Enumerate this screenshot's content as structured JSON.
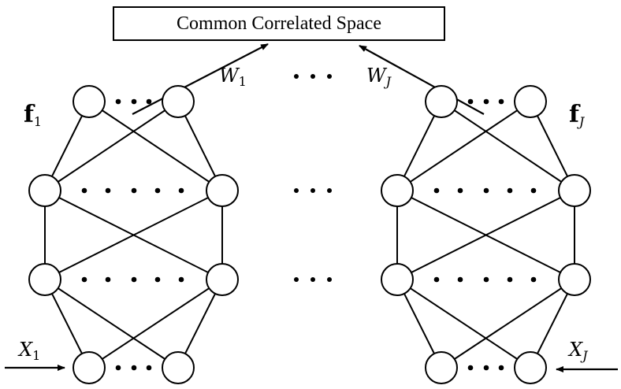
{
  "space_box": {
    "label": "Common Correlated Space"
  },
  "networks": [
    {
      "feature_label": "f",
      "feature_sub": "1",
      "weight_label": "W",
      "weight_sub": "1",
      "input_label": "X",
      "input_sub": "1"
    },
    {
      "feature_label": "f",
      "feature_sub": "J",
      "weight_label": "W",
      "weight_sub": "J",
      "input_label": "X",
      "input_sub": "J"
    }
  ]
}
